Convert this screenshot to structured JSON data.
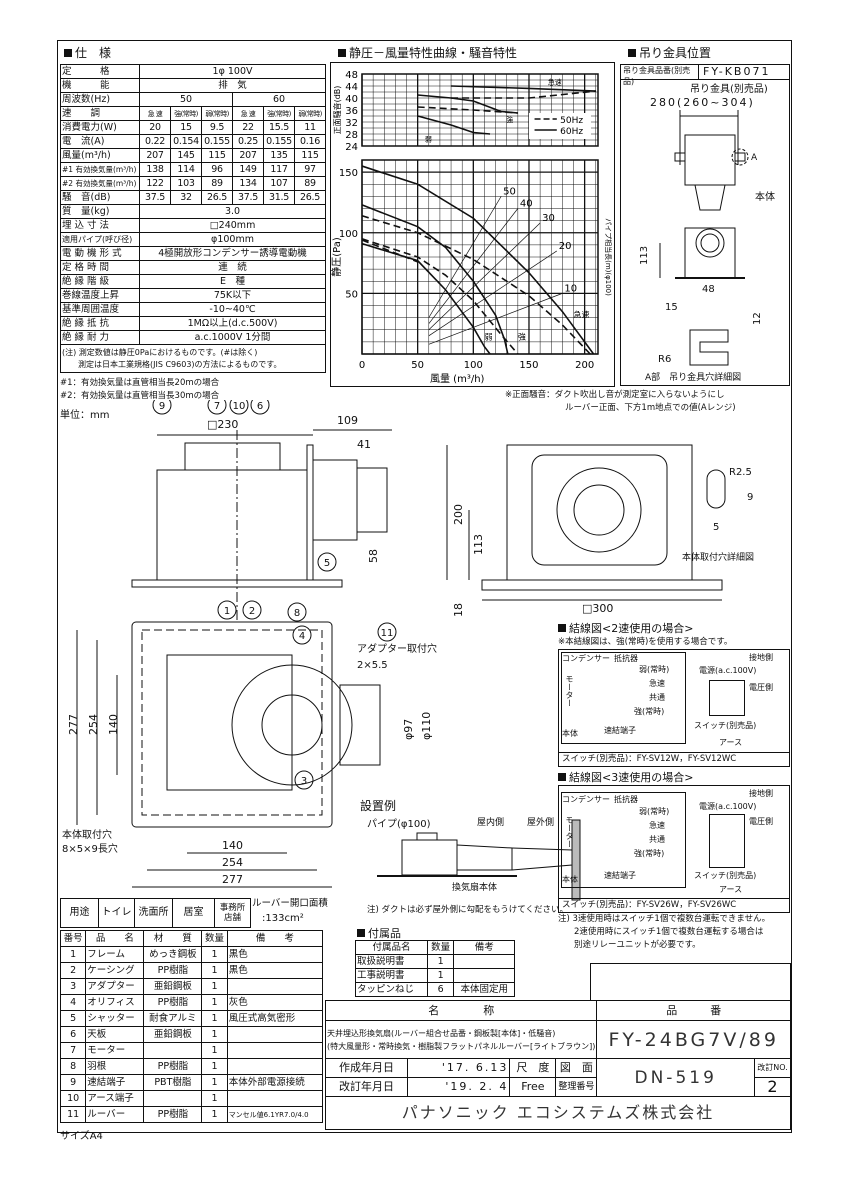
{
  "spec": {
    "title": "仕　様",
    "rows": [
      {
        "label": "定　　　格",
        "value": "1φ 100V"
      },
      {
        "label": "機　　　能",
        "value": "排　気"
      }
    ],
    "freq_label": "周波数(Hz)",
    "freq": [
      "50",
      "60"
    ],
    "speed_label": "速　　調",
    "speeds": [
      "急 速",
      "強(常時)",
      "弱(常時)",
      "急 速",
      "強(常時)",
      "弱(常時)"
    ],
    "matrix": [
      {
        "label": "消費電力(W)",
        "values": [
          "20",
          "15",
          "9.5",
          "22",
          "15.5",
          "11"
        ]
      },
      {
        "label": "電　流(A)",
        "values": [
          "0.22",
          "0.154",
          "0.155",
          "0.25",
          "0.155",
          "0.16"
        ]
      },
      {
        "label": "風量(m³/h)",
        "values": [
          "207",
          "145",
          "115",
          "207",
          "135",
          "115"
        ]
      },
      {
        "label": "#1 有効換気量(m³/h)",
        "values": [
          "138",
          "114",
          "96",
          "149",
          "117",
          "97"
        ]
      },
      {
        "label": "#2 有効換気量(m³/h)",
        "values": [
          "122",
          "103",
          "89",
          "134",
          "107",
          "89"
        ]
      },
      {
        "label": "騒　音(dB)",
        "values": [
          "37.5",
          "32",
          "26.5",
          "37.5",
          "31.5",
          "26.5"
        ]
      }
    ],
    "rows2": [
      {
        "label": "質　量(kg)",
        "value": "3.0"
      },
      {
        "label": "埋 込 寸 法",
        "value": "□240mm"
      },
      {
        "label": "適用パイプ(呼び径)",
        "value": "φ100mm"
      },
      {
        "label": "電 動 機 形 式",
        "value": "4極開放形コンデンサー誘導電動機"
      },
      {
        "label": "定 格 時 間",
        "value": "連　続"
      },
      {
        "label": "絶 縁 階 級",
        "value": "E　種"
      },
      {
        "label": "巻線温度上昇",
        "value": "75K以下"
      },
      {
        "label": "基準周囲温度",
        "value": "-10~40℃"
      },
      {
        "label": "絶 縁 抵 抗",
        "value": "1MΩ以上(d.c.500V)"
      },
      {
        "label": "絶 縁 耐 力",
        "value": "a.c.1000V 1分間"
      }
    ],
    "note1": "(注) 測定数値は静圧0Paにおけるものです。(#は除く)",
    "note2": "　　測定は日本工業規格(JIS C9603)の方法によるものです。",
    "foot1": "#1：有効換気量は直管相当長20mの場合",
    "foot2": "#2：有効換気量は直管相当長30mの場合",
    "unit": "単位：mm"
  },
  "chart_section": {
    "title": "静圧－風量特性曲線・騒音特性"
  },
  "chart_data": [
    {
      "type": "line",
      "title": "騒音特性",
      "ylabel": "正面騒音(dB)",
      "ylim": [
        24,
        48
      ],
      "yticks": [
        48,
        44,
        40,
        36,
        32,
        28,
        24
      ],
      "xlim": [
        0,
        212
      ],
      "legend": [
        {
          "label": "50Hz",
          "style": "dashed"
        },
        {
          "label": "60Hz",
          "style": "solid"
        }
      ],
      "legend_position": "bottom-right",
      "labels": {
        "rapid": "急速",
        "strong": "強",
        "weak": "弱"
      },
      "series": [
        {
          "name": "急速 60Hz",
          "style": "solid",
          "points": [
            [
              80,
              44
            ],
            [
              150,
              43.2
            ],
            [
              210,
              42.3
            ]
          ]
        },
        {
          "name": "急速 50Hz",
          "style": "dashed",
          "points": [
            [
              80,
              40
            ],
            [
              150,
              40
            ],
            [
              210,
              42.3
            ]
          ]
        },
        {
          "name": "強 60Hz",
          "style": "solid",
          "points": [
            [
              50,
              41
            ],
            [
              80,
              40
            ],
            [
              100,
              39
            ],
            [
              125,
              35.5
            ],
            [
              140,
              35
            ]
          ]
        },
        {
          "name": "強 50Hz",
          "style": "dashed",
          "points": [
            [
              50,
              37
            ],
            [
              100,
              36
            ],
            [
              140,
              35
            ]
          ]
        },
        {
          "name": "弱 60Hz",
          "style": "solid",
          "points": [
            [
              50,
              34
            ],
            [
              80,
              31
            ],
            [
              100,
              28.5
            ],
            [
              115,
              28
            ]
          ]
        }
      ]
    },
    {
      "type": "line",
      "title": "静圧－風量特性曲線",
      "xlabel": "風量 (m³/h)",
      "ylabel": "静圧(Pa)",
      "y2label": "パイプ相当長(m)(φ100)",
      "xlim": [
        0,
        212
      ],
      "ylim": [
        0,
        160
      ],
      "xticks": [
        0,
        50,
        100,
        150,
        200
      ],
      "yticks": [
        50,
        100,
        150
      ],
      "labels": {
        "rapid": "急速",
        "strong": "強",
        "weak": "弱"
      },
      "series": [
        {
          "name": "急速 60Hz",
          "style": "solid",
          "points": [
            [
              0,
              155
            ],
            [
              50,
              140
            ],
            [
              100,
              112
            ],
            [
              150,
              67
            ],
            [
              180,
              35
            ],
            [
              208,
              0
            ]
          ]
        },
        {
          "name": "急速 50Hz",
          "style": "dashed",
          "points": [
            [
              0,
              114
            ],
            [
              50,
              100
            ],
            [
              100,
              78
            ],
            [
              150,
              48
            ],
            [
              180,
              24
            ],
            [
              205,
              0
            ]
          ]
        },
        {
          "name": "強 60Hz",
          "style": "solid",
          "points": [
            [
              0,
              123
            ],
            [
              50,
              105
            ],
            [
              75,
              88
            ],
            [
              100,
              60
            ],
            [
              120,
              32
            ],
            [
              128,
              12
            ],
            [
              131,
              0
            ]
          ]
        },
        {
          "name": "強 50Hz",
          "style": "dashed",
          "points": [
            [
              0,
              95
            ],
            [
              50,
              80
            ],
            [
              75,
              65
            ],
            [
              100,
              44
            ],
            [
              125,
              16
            ],
            [
              140,
              0
            ]
          ]
        },
        {
          "name": "弱 60Hz",
          "style": "solid",
          "points": [
            [
              0,
              91
            ],
            [
              50,
              77
            ],
            [
              75,
              53
            ],
            [
              100,
              22
            ],
            [
              110,
              6
            ],
            [
              115,
              0
            ]
          ]
        },
        {
          "name": "弱 50Hz",
          "style": "dashed",
          "points": [
            [
              0,
              94
            ],
            [
              25,
              85
            ],
            [
              50,
              76
            ]
          ]
        }
      ],
      "pipe_lines": [
        {
          "label": "10",
          "points": [
            [
              60,
              8
            ],
            [
              180,
              50
            ]
          ]
        },
        {
          "label": "20",
          "points": [
            [
              60,
              15
            ],
            [
              175,
              85
            ]
          ]
        },
        {
          "label": "30",
          "points": [
            [
              60,
              20
            ],
            [
              160,
              108
            ]
          ]
        },
        {
          "label": "40",
          "points": [
            [
              60,
              25
            ],
            [
              140,
              120
            ]
          ]
        },
        {
          "label": "50",
          "points": [
            [
              60,
              30
            ],
            [
              125,
              130
            ]
          ]
        }
      ]
    }
  ],
  "chart_note1": "※正面騒音：ダクト吹出し音が測定室に入らないようにし",
  "chart_note2": "ルーバー正面、下方1m地点での値(Aレンジ)",
  "hanger": {
    "title": "吊り金具位置",
    "part_label": "吊り金具品番(別売品)",
    "part_no": "FY-KB071",
    "bracket": "吊り金具(別売品)",
    "dim_w": "280(260~304)",
    "body": "本体",
    "a": "A",
    "d113": "113",
    "d48": "48",
    "d15": "15",
    "d12": "12",
    "r6": "R6",
    "detail": "A部　吊り金具穴詳細図"
  },
  "side": {
    "d230": "□230",
    "d109": "109",
    "d41": "41",
    "d58": "58",
    "d200": "200",
    "d113": "113",
    "d18": "18",
    "d300": "□300",
    "hole_r": "R2.5",
    "hole_9": "9",
    "hole_5": "5",
    "hole_caption": "本体取付穴詳細図",
    "callouts": [
      "9",
      "7",
      "10",
      "6",
      "5",
      "11",
      "1",
      "2",
      "8",
      "4",
      "3"
    ]
  },
  "bottom": {
    "d277": "277",
    "d254": "254",
    "d140": "140",
    "phi97": "φ97",
    "phi110": "φ110",
    "adapter": "アダプター取付穴",
    "adapter_dim": "2×5.5",
    "holes": "本体取付穴",
    "holes_dim": "8×5×9長穴"
  },
  "install": {
    "title": "設置例",
    "pipe": "パイプ(φ100)",
    "indoor": "屋内側",
    "outdoor": "屋外側",
    "body": "換気扇本体",
    "note": "注) ダクトは必ず屋外側に勾配をもうけてください。"
  },
  "wiring2": {
    "title": "結線図<2速使用の場合>",
    "note": "※本結線図は、強(常時)を使用する場合です。",
    "capacitor": "コンデンサー",
    "resistor": "抵抗器",
    "motor": "モーター",
    "weak": "弱(常時)",
    "rapid": "急速",
    "common": "共通",
    "strong": "強(常時)",
    "body": "本体",
    "terminal": "速結端子",
    "ground_side": "接地側",
    "power": "電源(a.c.100V)",
    "voltage_side": "電圧側",
    "switch": "スイッチ(別売品)",
    "earth": "アース",
    "switch_models": "スイッチ(別売品)：FY-SV12W，FY-SV12WC"
  },
  "wiring3": {
    "title": "結線図<3速使用の場合>",
    "switch_models": "スイッチ(別売品)：FY-SV26W，FY-SV26WC",
    "note1": "注) 3速使用時はスイッチ1個で複数台運転できません。",
    "note2": "2速使用時にスイッチ1個で複数台運転する場合は",
    "note3": "別途リレーユニットが必要です。"
  },
  "usage": {
    "label": "用途",
    "items": [
      "トイレ",
      "洗面所",
      "居室",
      "事務所店舗"
    ],
    "louver_label": "ルーバー開口面積",
    "louver_value": ":133cm²"
  },
  "parts": {
    "headers": [
      "番号",
      "品　　名",
      "材　　質",
      "数量",
      "備　　考"
    ],
    "rows": [
      [
        "1",
        "フレーム",
        "めっき鋼板",
        "1",
        "黒色"
      ],
      [
        "2",
        "ケーシング",
        "PP樹脂",
        "1",
        "黒色"
      ],
      [
        "3",
        "アダプター",
        "亜鉛鋼板",
        "1",
        ""
      ],
      [
        "4",
        "オリフィス",
        "PP樹脂",
        "1",
        "灰色"
      ],
      [
        "5",
        "シャッター",
        "耐食アルミ",
        "1",
        "風圧式高気密形"
      ],
      [
        "6",
        "天板",
        "亜鉛鋼板",
        "1",
        ""
      ],
      [
        "7",
        "モーター",
        "",
        "1",
        ""
      ],
      [
        "8",
        "羽根",
        "PP樹脂",
        "1",
        ""
      ],
      [
        "9",
        "速結端子",
        "PBT樹脂",
        "1",
        "本体外部電源接続"
      ],
      [
        "10",
        "アース端子",
        "",
        "1",
        ""
      ],
      [
        "11",
        "ルーバー",
        "PP樹脂",
        "1",
        "マンセル値6.1YR7.0/4.0"
      ]
    ]
  },
  "size": "サイズA4",
  "accessories": {
    "title": "付属品",
    "headers": [
      "付属品名",
      "数量",
      "備考"
    ],
    "rows": [
      [
        "取扱説明書",
        "1",
        ""
      ],
      [
        "工事説明書",
        "1",
        ""
      ],
      [
        "タッピンねじ",
        "6",
        "本体固定用"
      ]
    ]
  },
  "titleblock": {
    "name_label": "名　　　　称",
    "number_label": "品　　　番",
    "name1": "天井埋込形換気扇(ルーバー組合せ品番・鋼板製[本体]・低騒音)",
    "name2": "(特大風量形・常時換気・樹脂製フラットパネルルーバー[ライトブラウン])",
    "product_no": "FY-24BG7V/89",
    "created_label": "作成年月日",
    "created": "'17. 6.13",
    "revised_label": "改訂年月日",
    "revised": "'19. 2. 4",
    "scale_label": "尺　度",
    "scale": "Free",
    "drawing_label": "図　面",
    "ref_label": "整理番号",
    "drawing_no": "DN-519",
    "rev_label": "改訂NO.",
    "rev": "2",
    "company": "パナソニック エコシステムズ株式会社"
  }
}
